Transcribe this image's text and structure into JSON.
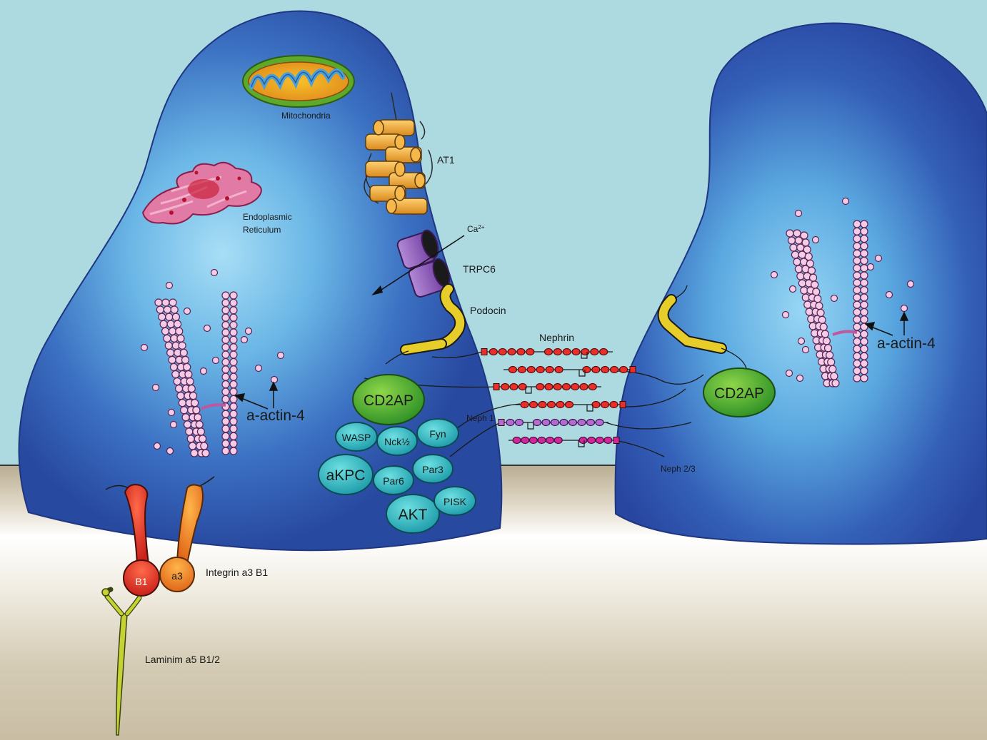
{
  "labels": {
    "mitochondria": "Mitochondria",
    "er_line1": "Endoplasmic",
    "er_line2": "Reticulum",
    "at1": "AT1",
    "ca": "Ca",
    "ca_sup": "2+",
    "trpc6": "TRPC6",
    "podocin": "Podocin",
    "nephrin": "Nephrin",
    "neph1": "Neph 1",
    "neph23": "Neph 2/3",
    "actin_left": "a-actin-4",
    "actin_right": "a-actin-4",
    "cd2ap_left": "CD2AP",
    "cd2ap_right": "CD2AP",
    "wasp": "WASP",
    "nck": "Nck½",
    "fyn": "Fyn",
    "akpc": "aKPC",
    "par6": "Par6",
    "par3": "Par3",
    "akt": "AKT",
    "pisk": "PISK",
    "b1": "B1",
    "a3": "a3",
    "integrin": "Integrin a3 B1",
    "laminin": "Laminim a5  B1/2"
  },
  "colors": {
    "background": "#add9e1",
    "cell_edge": "#2c4fa6",
    "cell_center": "#8fd2f2",
    "membrane_ground": "#cbbfa4",
    "cd2ap_green": "#3aa52b",
    "adaptor_teal": "#27bac0",
    "actin_bead": "#f4c9e6",
    "nephrin_red": "#d92a2a",
    "neph1_purple": "#a25dc4",
    "neph23_magenta": "#c0208e",
    "at1_orange": "#eda332",
    "trpc6_purple": "#8c57b8",
    "podocin_yellow": "#e8d02c",
    "integrin_red": "#d63a1e",
    "integrin_orange": "#e88628",
    "laminin_green": "#c4d234"
  },
  "icons": [
    "mitochondria-icon",
    "er-icon",
    "at1-receptor-icon",
    "trpc6-channel-icon",
    "podocin-icon",
    "actin-filament-icon",
    "nephrin-chain-icon",
    "integrin-icon",
    "laminin-icon"
  ]
}
